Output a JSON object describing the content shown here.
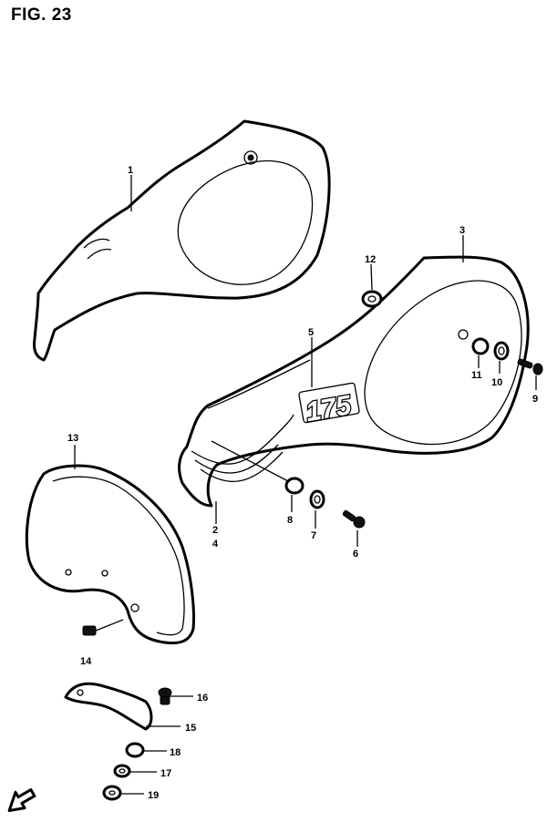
{
  "figure": {
    "title": "FIG. 23",
    "emblem_text": "175"
  },
  "callouts": [
    {
      "id": "c1",
      "text": "1"
    },
    {
      "id": "c2",
      "text": "2"
    },
    {
      "id": "c3",
      "text": "3"
    },
    {
      "id": "c4",
      "text": "4"
    },
    {
      "id": "c5",
      "text": "5"
    },
    {
      "id": "c6",
      "text": "6"
    },
    {
      "id": "c7",
      "text": "7"
    },
    {
      "id": "c8",
      "text": "8"
    },
    {
      "id": "c9",
      "text": "9"
    },
    {
      "id": "c10",
      "text": "10"
    },
    {
      "id": "c11",
      "text": "11"
    },
    {
      "id": "c12",
      "text": "12"
    },
    {
      "id": "c13",
      "text": "13"
    },
    {
      "id": "c14",
      "text": "14"
    },
    {
      "id": "c15",
      "text": "15"
    },
    {
      "id": "c16",
      "text": "16"
    },
    {
      "id": "c17",
      "text": "17"
    },
    {
      "id": "c18",
      "text": "18"
    },
    {
      "id": "c19",
      "text": "19"
    }
  ],
  "icons": {
    "front_arrow": "front-direction-arrow-icon"
  }
}
